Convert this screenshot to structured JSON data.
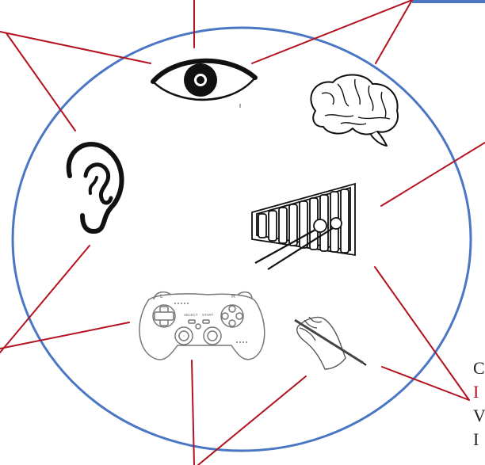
{
  "colors": {
    "circle_stroke": "#4a76c4",
    "connector": "#b3121f",
    "drawing": "#111111",
    "top_right_bar": "#4a76c4"
  },
  "icons": [
    "eye-icon",
    "brain-icon",
    "ear-icon",
    "xylophone-icon",
    "gamepad-icon",
    "writing-hand-icon"
  ],
  "gamepad": {
    "shoulder_left": "L",
    "shoulder_right": "R",
    "select_label": "SELECT",
    "start_label": "START"
  },
  "edge_text": {
    "line1": "C",
    "line2": "I",
    "line3": "V",
    "line4": "I"
  }
}
